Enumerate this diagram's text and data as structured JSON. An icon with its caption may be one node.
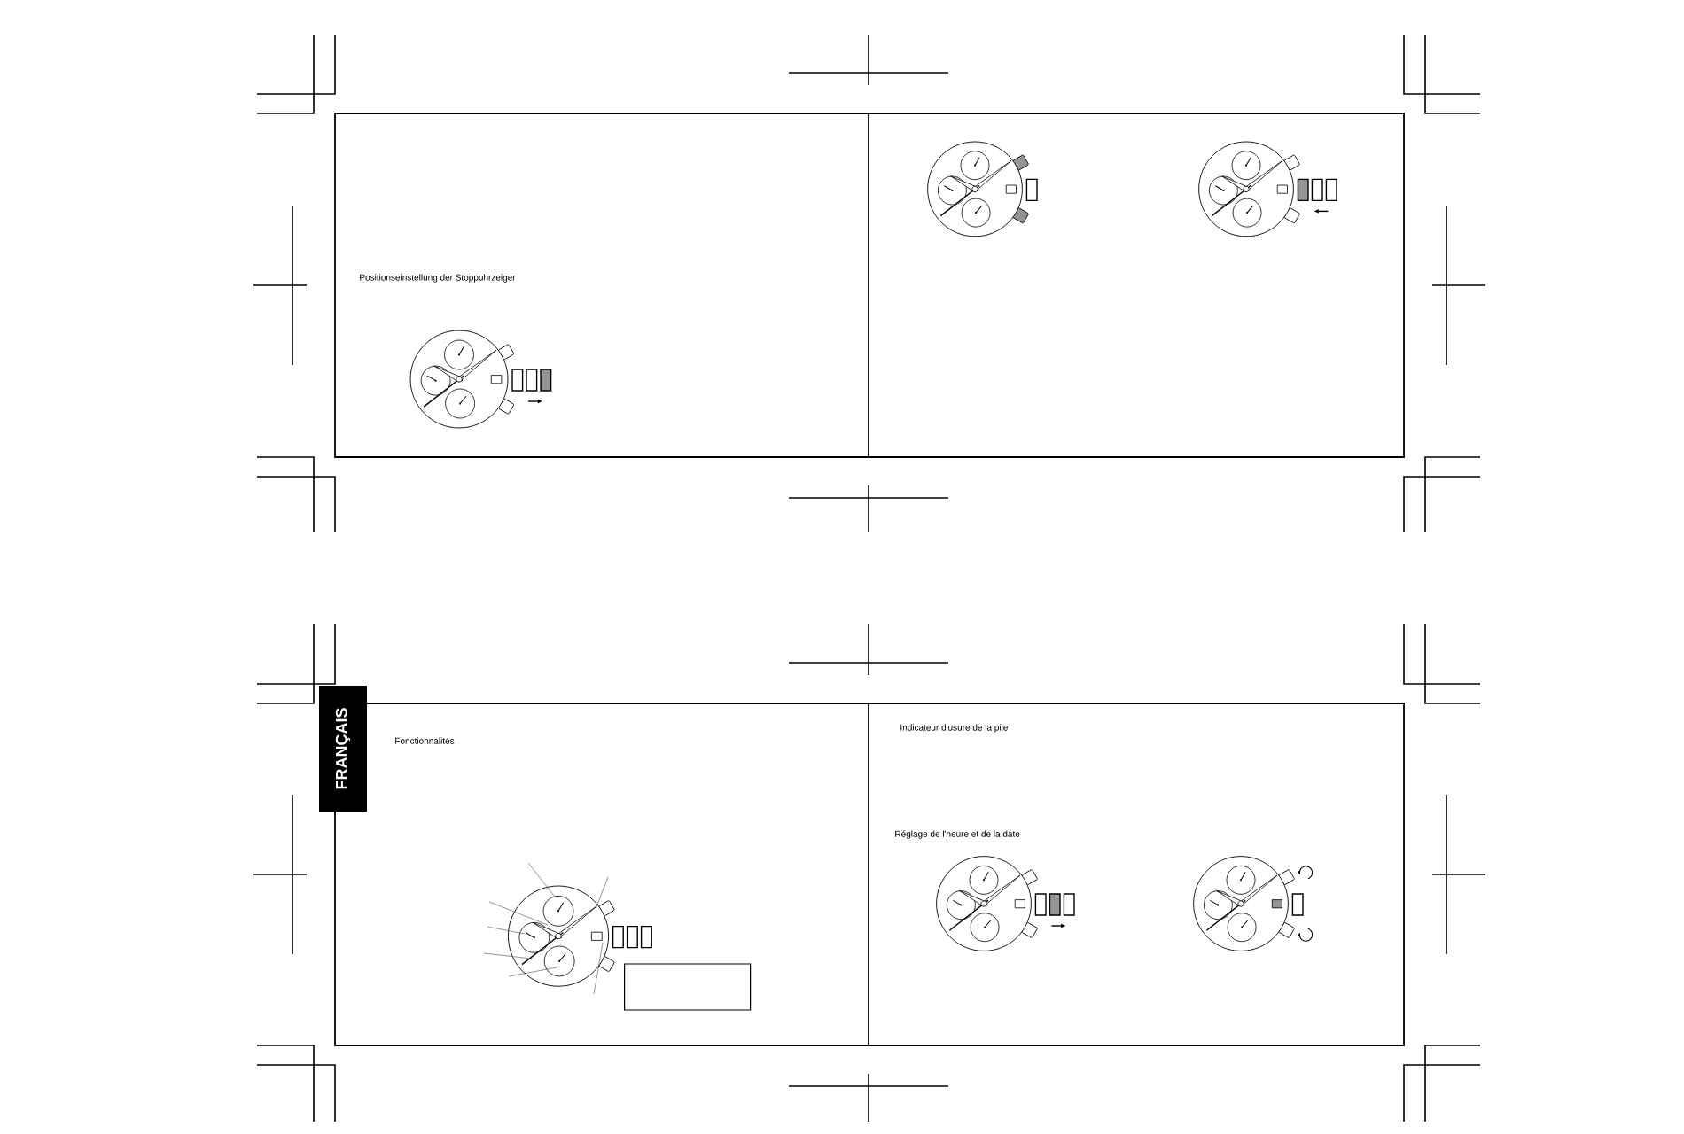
{
  "diagram": {
    "nodes": [
      {
        "text": [
          "FRANÇAIS"
        ]
      }
    ],
    "labels": [
      "Positionseinstellung der Stoppuhrzeiger",
      "Fonctionnalités",
      "Indicateur d'usure de la pile",
      "Réglage de l'heure et de la date"
    ]
  }
}
